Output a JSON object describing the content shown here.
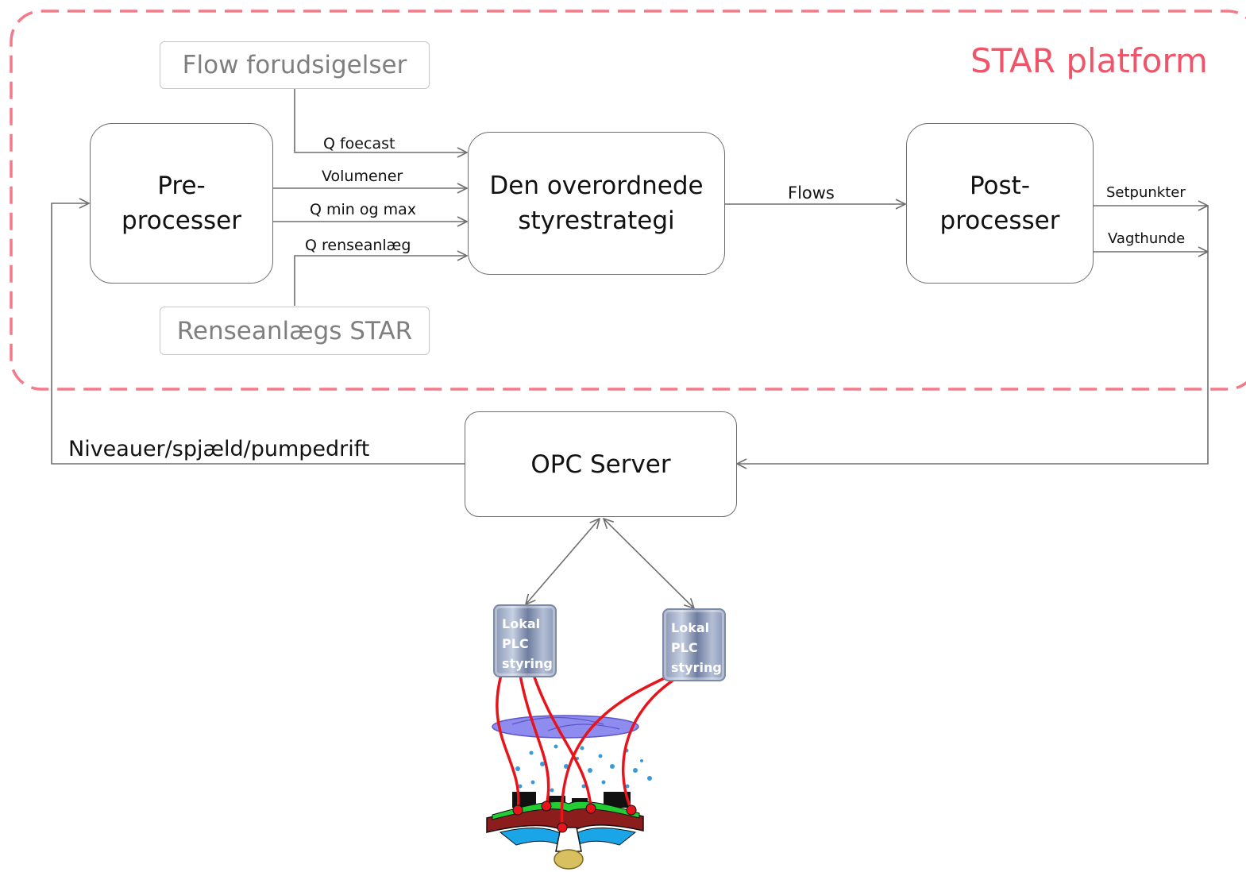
{
  "platform": {
    "title": "STAR platform",
    "border_color": "#f47a8a",
    "title_color": "#ef5468"
  },
  "boxes": {
    "flow_forecasts": "Flow forudsigelser",
    "preprocessor": [
      "Pre-",
      "processer"
    ],
    "strategy": [
      "Den overordnede",
      "styrestrategi"
    ],
    "postprocessor": [
      "Post-",
      "processer"
    ],
    "wwtp_star": "Renseanlægs STAR",
    "opc_server": "OPC Server"
  },
  "edges": {
    "q_forecast": "Q foecast",
    "volumes": "Volumener",
    "q_min_max": "Q min og max",
    "q_wwtp": "Q renseanlæg",
    "flows": "Flows",
    "setpoints": "Setpunkter",
    "watchdogs": "Vagthunde",
    "feedback": "Niveauer/spjæld/pumpedrift"
  },
  "plc_units": [
    {
      "label": [
        "Lokal",
        "PLC",
        "styring"
      ]
    },
    {
      "label": [
        "Lokal",
        "PLC",
        "styring"
      ]
    }
  ],
  "colors": {
    "line": "#6e6e6e",
    "cable": "#e8141c",
    "cloud": "#8f8cf0",
    "rain": "#3a9ad8",
    "ground": "#22cc33"
  }
}
